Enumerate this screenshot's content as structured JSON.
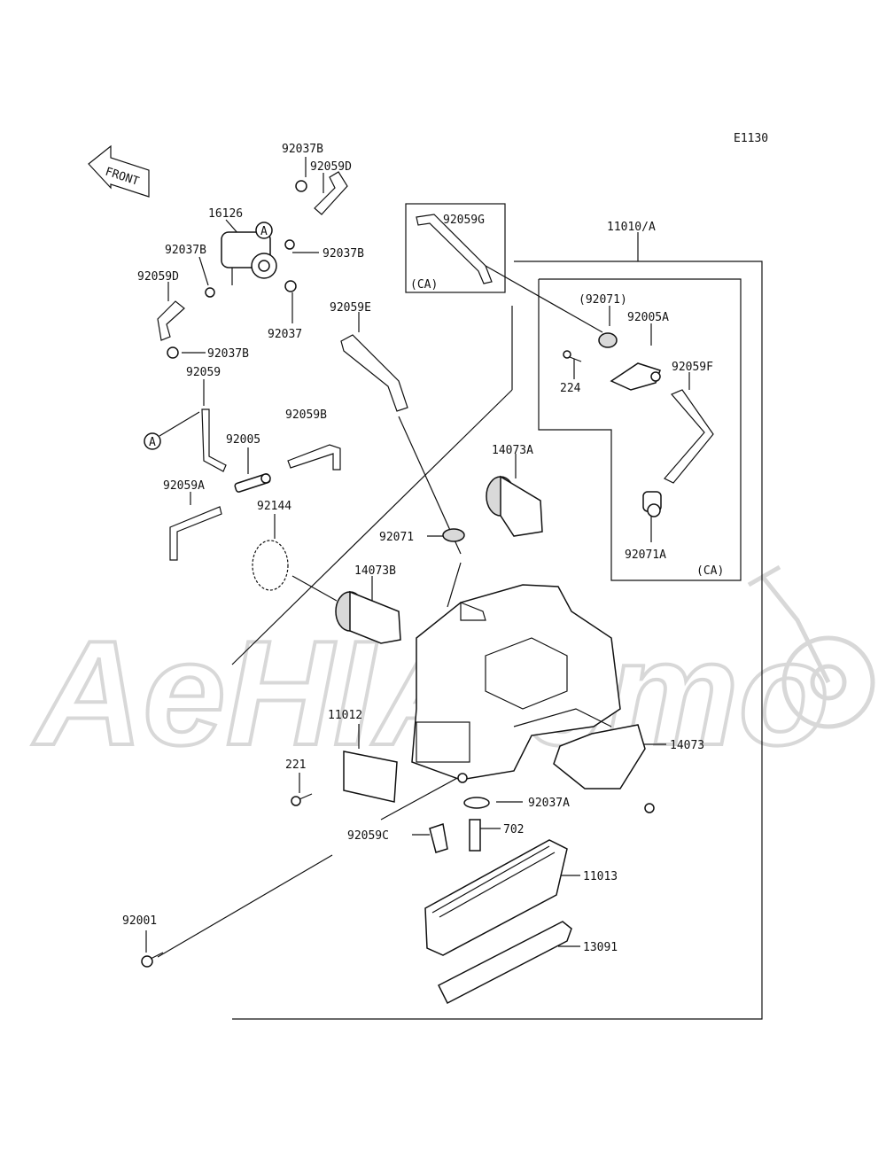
{
  "diagram_code": "E1130",
  "watermark": "AeHIAlemo",
  "front_arrow_label": "FRONT",
  "callout_marker": "A",
  "ca_label": "(CA)",
  "parts": {
    "p92037B_top": "92037B",
    "p92059D_top": "92059D",
    "p16126": "16126",
    "p92037B_left": "92037B",
    "p92037B_mid": "92037B",
    "p92059D_left": "92059D",
    "p92037": "92037",
    "p92037B_low": "92037B",
    "p92059": "92059",
    "p92059G": "92059G",
    "p11010A": "11010/A",
    "p92071_paren": "(92071)",
    "p92005A": "92005A",
    "p224": "224",
    "p92059F": "92059F",
    "p92059E": "92059E",
    "p92059B": "92059B",
    "p92005": "92005",
    "p92059A": "92059A",
    "p92144": "92144",
    "p14073A": "14073A",
    "p92071": "92071",
    "p92071A": "92071A",
    "p14073B": "14073B",
    "p11012": "11012",
    "p14073": "14073",
    "p221": "221",
    "p92037A": "92037A",
    "p92059C": "92059C",
    "p702": "702",
    "p11013": "11013",
    "p92001": "92001",
    "p13091": "13091"
  }
}
